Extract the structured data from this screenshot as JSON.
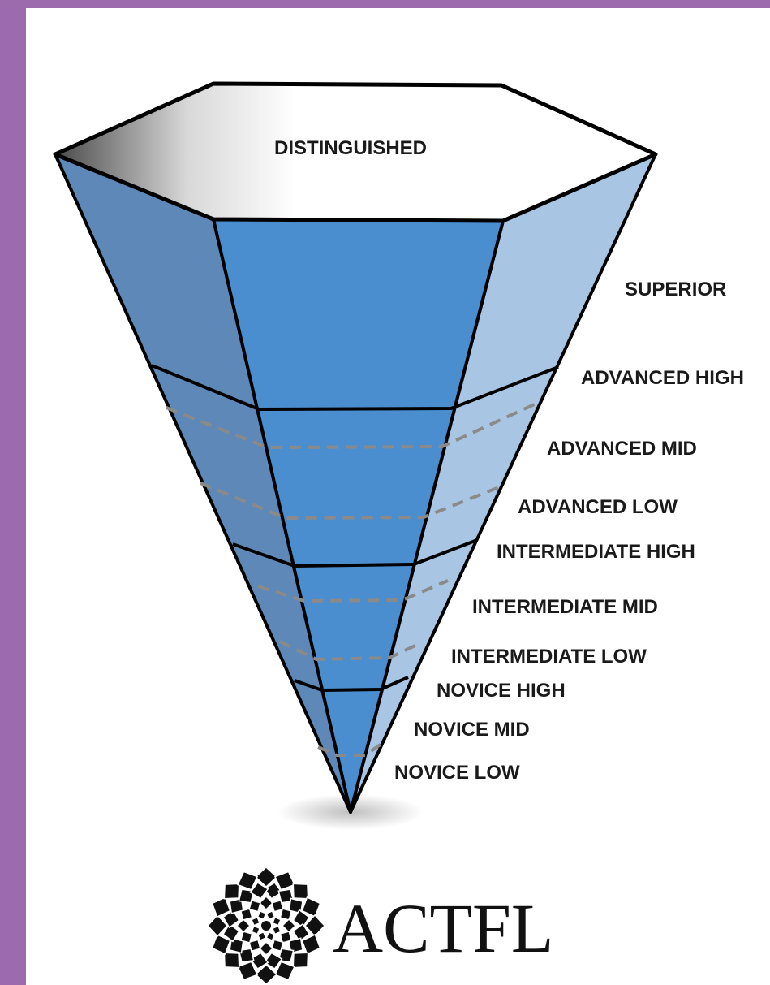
{
  "top_level": "DISTINGUISHED",
  "levels": [
    "SUPERIOR",
    "ADVANCED HIGH",
    "ADVANCED MID",
    "ADVANCED LOW",
    "INTERMEDIATE HIGH",
    "INTERMEDIATE MID",
    "INTERMEDIATE LOW",
    "NOVICE HIGH",
    "NOVICE MID",
    "NOVICE LOW"
  ],
  "logo": {
    "text": "ACTFL",
    "icon": "lotus-mandala-icon"
  },
  "colors": {
    "border": "#9b6bae",
    "superior": "#ffff00",
    "advanced": "#ffa050",
    "intermediate": "#a6c05e",
    "novice": "#5b9bd5"
  }
}
